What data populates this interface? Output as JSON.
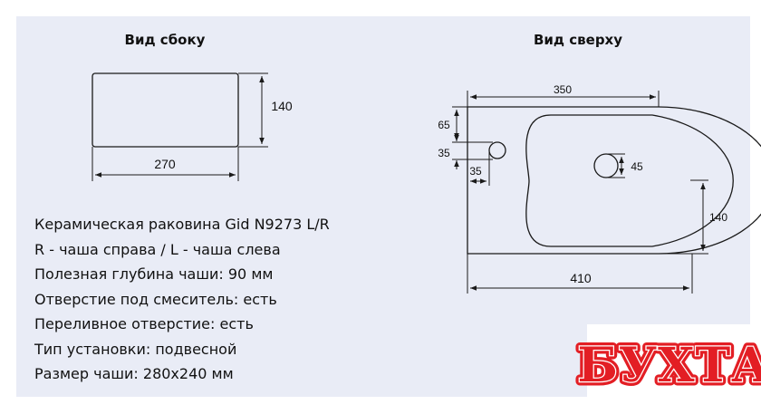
{
  "side_view": {
    "title": "Вид сбоку",
    "height_label": "140",
    "width_label": "270"
  },
  "top_view": {
    "title": "Вид сверху",
    "top_width_label": "350",
    "left_dim_65": "65",
    "left_dim_35": "35",
    "hole_offset_35": "35",
    "drain_dim_45": "45",
    "right_dim_140": "140",
    "bottom_width_label": "410"
  },
  "specs": [
    "Керамическая раковина Gid N9273 L/R",
    "R - чаша справа / L - чаша слева",
    "Полезная глубина чаши: 90 мм",
    "Отверстие под смеситель: есть",
    "Переливное отверстие: есть",
    "Тип установки: подвесной",
    "Размер чаши: 280x240 мм"
  ],
  "logo": {
    "text": "БУХТА",
    "color": "#e31e24"
  },
  "colors": {
    "panel_background": "#e9ecf6",
    "line": "#1a1a1a"
  }
}
